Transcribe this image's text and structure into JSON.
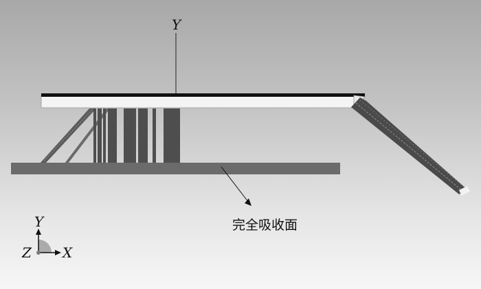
{
  "scene": {
    "axis_label_y": "Y",
    "surface_label": "完全吸收面",
    "triad": {
      "x_label": "X",
      "y_label": "Y",
      "z_label": "Z"
    }
  },
  "colors": {
    "panel_fill": "#f4f4f4",
    "panel_top_edge": "#111111",
    "absorber_fill": "#6b6b6b",
    "tube_fill": "#4e4e4e",
    "truss_fill": "#5a5a5a",
    "triad_dot": "#7a7a7a"
  }
}
